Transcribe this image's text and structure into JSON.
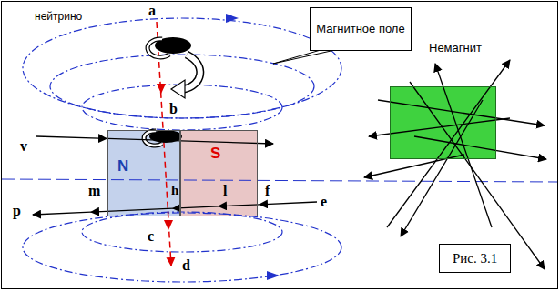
{
  "diagram": {
    "caption": "Рис. 3.1",
    "nodes": [
      {
        "text": [
          "Магнитное поле"
        ]
      },
      {
        "text": [
          "N"
        ]
      },
      {
        "text": [
          "S"
        ]
      },
      {
        "text": [
          "Немагнит"
        ]
      }
    ],
    "labels": [
      "нейтрино",
      "a",
      "b",
      "v",
      "h",
      "l",
      "f",
      "e",
      "p",
      "m",
      "c",
      "d"
    ]
  }
}
